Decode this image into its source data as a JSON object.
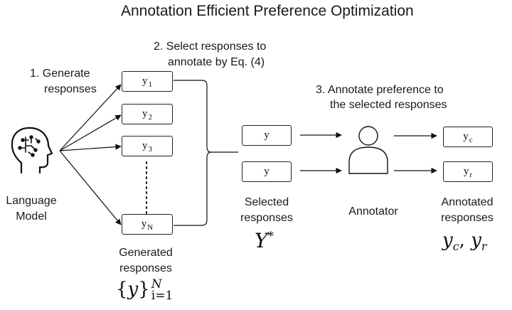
{
  "title": "Annotation Efficient Preference Optimization",
  "steps": {
    "generate": [
      "1. Generate",
      "responses"
    ],
    "select": [
      "2. Select responses to",
      "annotate by Eq. (4)"
    ],
    "annotate": [
      "3. Annotate preference to",
      "the selected responses"
    ]
  },
  "model_label": [
    "Language",
    "Model"
  ],
  "generated": {
    "label": [
      "Generated",
      "responses"
    ],
    "boxes": [
      {
        "base": "y",
        "sub": "1"
      },
      {
        "base": "y",
        "sub": "2"
      },
      {
        "base": "y",
        "sub": "3"
      },
      {
        "base": "y",
        "sub": "N"
      }
    ],
    "math": {
      "brace_open": "{",
      "var": "y",
      "brace_close": "}",
      "sup": "N",
      "sub": "i=1"
    }
  },
  "selected": {
    "label": [
      "Selected",
      "responses"
    ],
    "boxes": [
      "y",
      "y"
    ],
    "math": {
      "var": "Y",
      "sup": "*"
    }
  },
  "annotator_label": "Annotator",
  "annotated": {
    "label": [
      "Annotated",
      "responses"
    ],
    "boxes": [
      {
        "base": "y",
        "sub": "c"
      },
      {
        "base": "y",
        "sub": "r"
      }
    ],
    "math": {
      "a": "y",
      "a_sub": "c",
      "sep": ", ",
      "b": "y",
      "b_sub": "r"
    }
  }
}
